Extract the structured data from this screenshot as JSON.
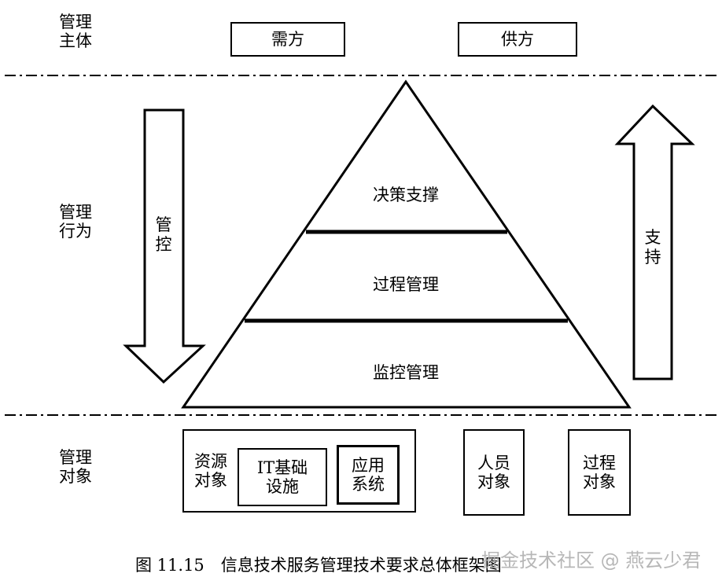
{
  "rows": {
    "subject_label": "管理\n主体",
    "behavior_label": "管理\n行为",
    "object_label": "管理\n对象"
  },
  "subjects": {
    "demand": "需方",
    "supply": "供方"
  },
  "pyramid": {
    "top": "决策支撑",
    "middle": "过程管理",
    "bottom": "监控管理"
  },
  "arrows": {
    "down_label": "管\n控",
    "up_label": "支\n持"
  },
  "objects": {
    "resource": "资源\n对象",
    "it_infra": "IT基础\n设施",
    "app_system": "应用\n系统",
    "people": "人员\n对象",
    "process": "过程\n对象"
  },
  "caption": "图 11.15　信息技术服务管理技术要求总体框架图",
  "watermark": "掘金技术社区 @ 燕云少君",
  "colors": {
    "line": "#000000",
    "background": "#ffffff",
    "watermark": "#aaaaaa"
  }
}
